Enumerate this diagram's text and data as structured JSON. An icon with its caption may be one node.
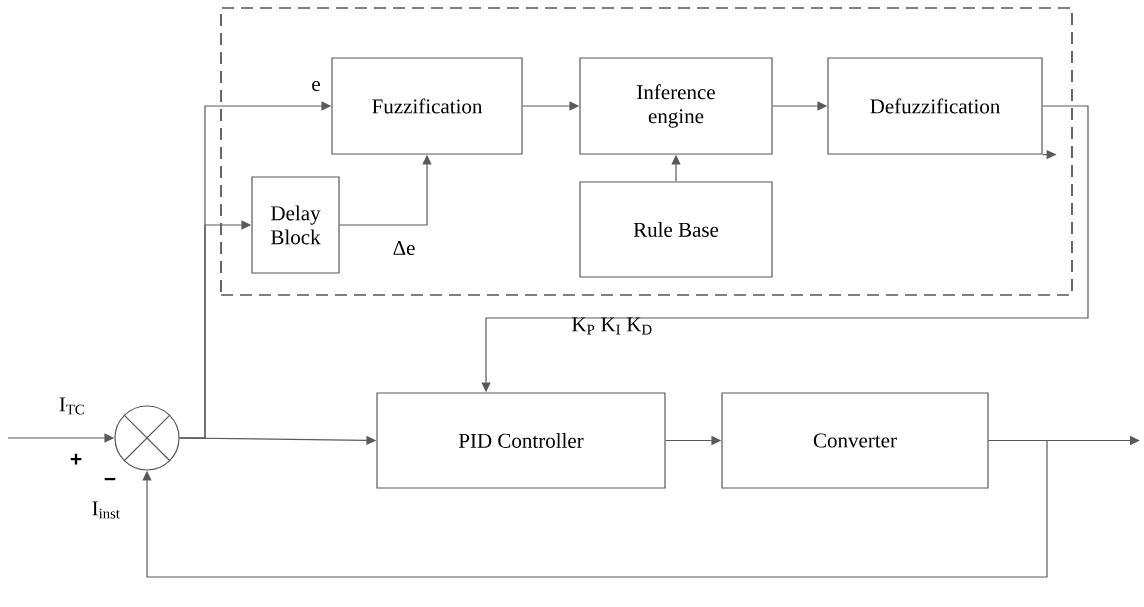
{
  "diagram": {
    "nodes": [
      {
        "text": [],
        "shape": "box"
      },
      {
        "text": [
          "Fuzzification"
        ],
        "in": 0
      },
      {
        "text": [
          "Inference engine"
        ],
        "in": 0
      },
      {
        "text": [
          "Defuzzification"
        ],
        "in": 0
      },
      {
        "text": [
          "Delay Block"
        ],
        "in": 0
      },
      {
        "text": [
          "Rule Base"
        ],
        "in": 0
      },
      {
        "text": [],
        "shape": "circle"
      },
      {
        "text": [
          "PID Controller"
        ]
      },
      {
        "text": [
          "Converter"
        ]
      }
    ],
    "edges": [
      {
        "from": null,
        "to": 6,
        "arrow": "to"
      },
      {
        "from": 6,
        "to": 7,
        "arrow": "to"
      },
      {
        "from": 6,
        "to": 1,
        "arrow": "to",
        "label": "e"
      },
      {
        "from": 6,
        "to": 4,
        "arrow": "to"
      },
      {
        "from": 4,
        "to": 1,
        "arrow": "to",
        "label": "Δe"
      },
      {
        "from": 1,
        "to": 2,
        "arrow": "to"
      },
      {
        "from": 5,
        "to": 2,
        "arrow": "to"
      },
      {
        "from": 2,
        "to": 3,
        "arrow": "to"
      },
      {
        "from": 3,
        "to": 7,
        "arrow": "to"
      },
      {
        "from": 3,
        "to": null,
        "arrow": "to"
      },
      {
        "from": 7,
        "to": 8,
        "arrow": "to"
      },
      {
        "from": 8,
        "to": null,
        "arrow": "to"
      },
      {
        "from": 8,
        "to": 6,
        "arrow": "to"
      }
    ],
    "labels": [
      "I$_{TC}$",
      "+",
      "−",
      "I$_{inst}$",
      "K$_{P}$ K$_{I}$ K$_{D}$"
    ]
  }
}
